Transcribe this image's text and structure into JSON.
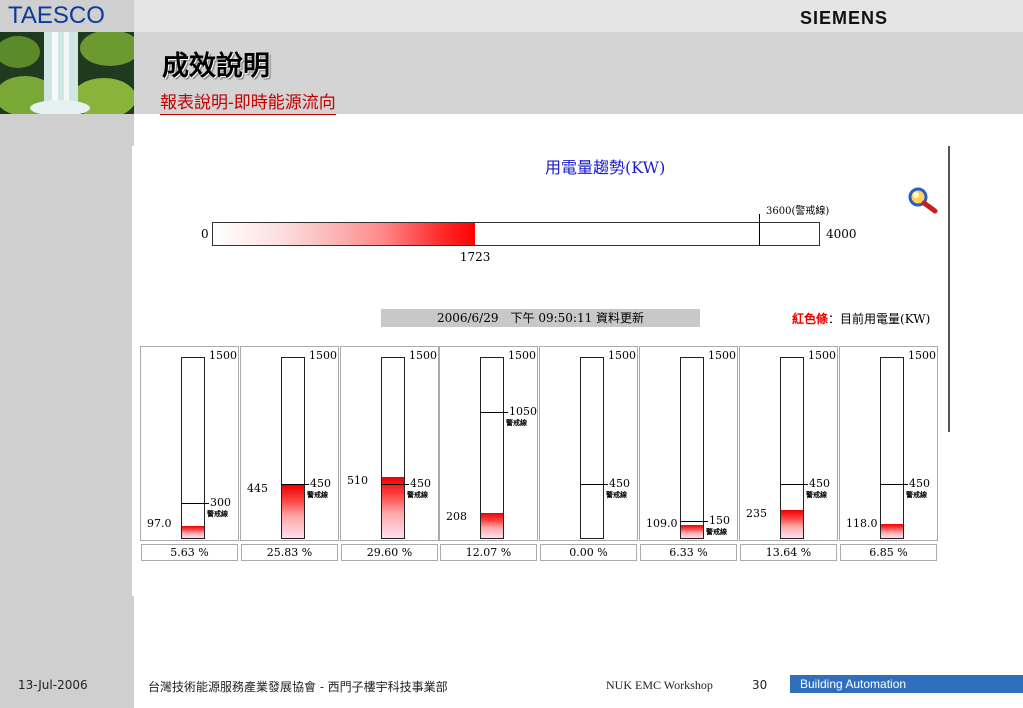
{
  "header": {
    "brand": "TAESCO",
    "partner_logo": "SIEMENS",
    "title": "成效說明",
    "subtitle": "報表說明-即時能源流向"
  },
  "chart": {
    "title": "用電量趨勢(KW)",
    "magnifier_icon": "magnifier-icon",
    "total_bar": {
      "min": 0,
      "max": 4000,
      "current": 1723,
      "warning": 3600,
      "warning_label": "3600(警戒線)",
      "min_label": "0",
      "max_label": "4000",
      "current_label": "1723"
    },
    "update_text": "2006/6/29　下午 09:50:11 資料更新",
    "legend_red": "紅色條",
    "legend_text": "：目前用電量(KW)",
    "warning_tag": "警戒線"
  },
  "chart_data": {
    "type": "bar",
    "title": "用電量趨勢(KW)",
    "series": [
      {
        "values": [
          97.0,
          445,
          510,
          208,
          0,
          109.0,
          235,
          118.0
        ]
      }
    ],
    "value_labels": [
      "97.0",
      "445",
      "510",
      "208",
      "",
      "109.0",
      "235",
      "118.0"
    ],
    "capacity": [
      1500,
      1500,
      1500,
      1500,
      1500,
      1500,
      1500,
      1500
    ],
    "warning": [
      300,
      450,
      450,
      1050,
      450,
      150,
      450,
      450
    ],
    "percent": [
      "5.63 %",
      "25.83 %",
      "29.60 %",
      "12.07 %",
      "0.00 %",
      "6.33 %",
      "13.64 %",
      "6.85 %"
    ],
    "ylim": [
      0,
      1500
    ],
    "grid": false
  },
  "colors": {
    "accent_red": "#ff0000",
    "title_blue": "#1a1acc",
    "brand_blue": "#0b3b9c",
    "footer_blue": "#2f6fbe"
  },
  "footer": {
    "date": "13-Jul-2006",
    "org": "台灣技術能源服務產業發展協會 - 西門子樓宇科技事業部",
    "event": "NUK EMC Workshop",
    "page": "30",
    "section": "Building Automation"
  }
}
